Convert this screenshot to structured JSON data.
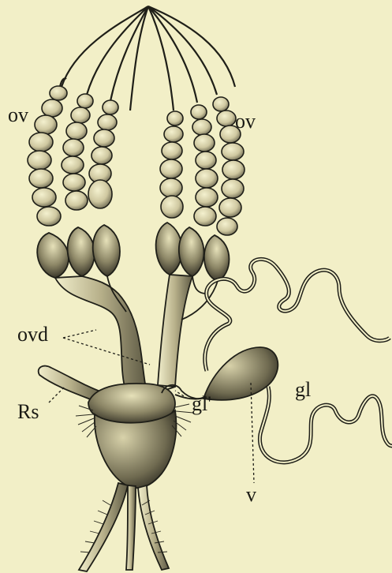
{
  "figure": {
    "background": "#f2efc7",
    "ink": "#1f1f18",
    "labels": {
      "ov_left": "ov",
      "ov_right": "ov",
      "ovd": "ovd",
      "rs": "Rs",
      "gl": "gl",
      "gl_prime": "gl'",
      "v": "v"
    }
  }
}
